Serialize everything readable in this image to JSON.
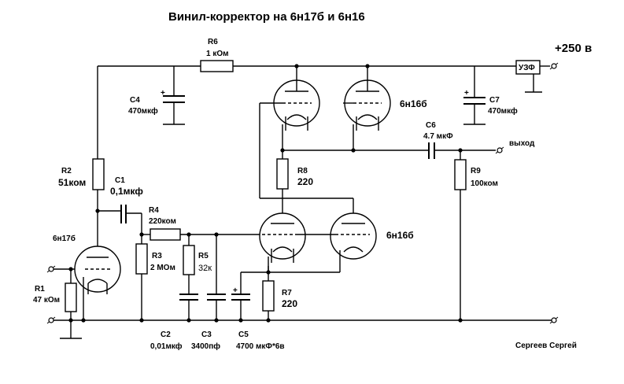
{
  "title": "Винил-корректор на 6н17б и 6н16",
  "supply": "+250 в",
  "output_label": "выход",
  "author": "Сергеев Сергей",
  "filter_block": "УЗФ",
  "components": {
    "R1": {
      "ref": "R1",
      "value": "47 кОм"
    },
    "R2": {
      "ref": "R2",
      "value": "51ком"
    },
    "R3": {
      "ref": "R3",
      "value": "2 МОм"
    },
    "R4": {
      "ref": "R4",
      "value": "220ком"
    },
    "R5": {
      "ref": "R5",
      "value": "32к"
    },
    "R6": {
      "ref": "R6",
      "value": "1 кОм"
    },
    "R7": {
      "ref": "R7",
      "value": "220"
    },
    "R8": {
      "ref": "R8",
      "value": "220"
    },
    "R9": {
      "ref": "R9",
      "value": "100ком"
    },
    "C1": {
      "ref": "C1",
      "value": "0,1мкф"
    },
    "C2": {
      "ref": "C2",
      "value": "0,01мкф"
    },
    "C3": {
      "ref": "C3",
      "value": "3400пф"
    },
    "C4": {
      "ref": "C4",
      "value": "470мкф"
    },
    "C5": {
      "ref": "C5",
      "value": "4700 мкФ*6в"
    },
    "C6": {
      "ref": "C6",
      "value": "4.7 мкФ"
    },
    "C7": {
      "ref": "C7",
      "value": "470мкф"
    }
  },
  "tubes": {
    "V1": "6н17б",
    "V2": "6н16б",
    "V3": "6н16б"
  },
  "polarity_mark": "+"
}
